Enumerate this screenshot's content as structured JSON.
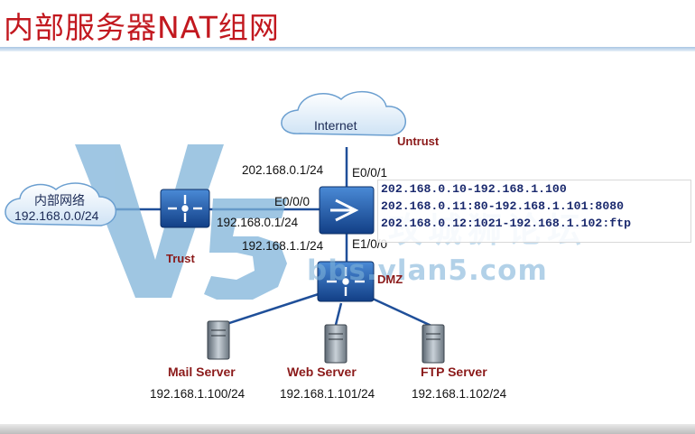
{
  "title": "内部服务器NAT组网",
  "clouds": {
    "internet": "Internet",
    "internal_name": "内部网络",
    "internal_subnet": "192.168.0.0/24"
  },
  "zones": {
    "untrust": "Untrust",
    "trust": "Trust",
    "dmz": "DMZ"
  },
  "interfaces": {
    "untrust_ip": "202.168.0.1/24",
    "untrust_port": "E0/0/1",
    "trust_port": "E0/0/0",
    "trust_ip": "192.168.0.1/24",
    "dmz_ip": "192.168.1.1/24",
    "dmz_port": "E1/0/0"
  },
  "nat_mappings": [
    "202.168.0.10-192.168.1.100",
    "202.168.0.11:80-192.168.1.101:8080",
    "202.168.0.12:1021-192.168.1.102:ftp"
  ],
  "servers": [
    {
      "name": "Mail Server",
      "ip": "192.168.1.100/24"
    },
    {
      "name": "Web Server",
      "ip": "192.168.1.101/24"
    },
    {
      "name": "FTP Server",
      "ip": "192.168.1.102/24"
    }
  ],
  "watermark": {
    "brand": "V5",
    "forum": "攻城狮论坛",
    "url": "bbs.vlan5.com"
  },
  "colors": {
    "title": "#c2181f",
    "zone_label": "#8b1a1a",
    "device": "#1f5fb0",
    "nat_text": "#1b2a6e",
    "watermark": "#7fb3d9"
  }
}
